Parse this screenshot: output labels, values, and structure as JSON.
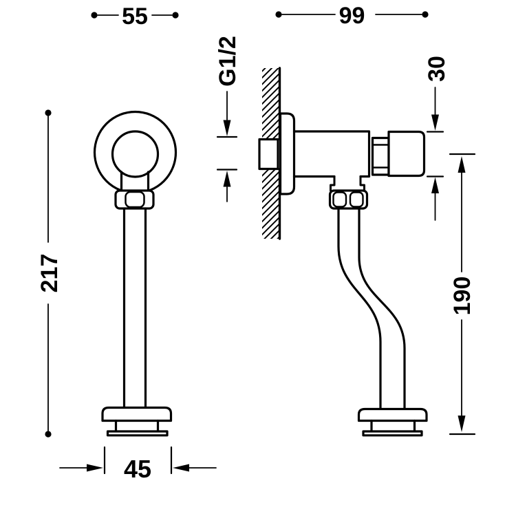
{
  "drawing": {
    "kind": "technical dimension drawing, wall-mounted timed flush valve, front and side views",
    "colors": {
      "line": "#000000",
      "background": "#ffffff"
    },
    "dimensions": {
      "front_width": "55",
      "side_projection": "99",
      "inlet_thread": "G1/2",
      "button_diameter": "30",
      "total_height": "217",
      "outlet_axis_height": "190",
      "base_diameter": "45"
    }
  }
}
